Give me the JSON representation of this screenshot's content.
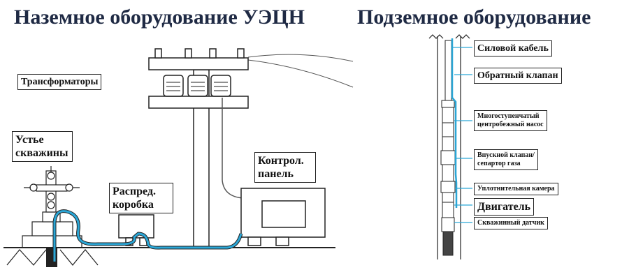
{
  "titles": {
    "surface": "Наземное оборудование УЭЦН",
    "downhole": "Подземное оборудование"
  },
  "surface_labels": {
    "transformers": "Трансформаторы",
    "wellhead_line1": "Устье",
    "wellhead_line2": "скважины",
    "junction_line1": "Распред.",
    "junction_line2": "коробка",
    "control_line1": "Контрол.",
    "control_line2": "панель"
  },
  "downhole_labels": {
    "power_cable": "Силовой кабель",
    "check_valve": "Обратный клапан",
    "pump_line1": "Многоступенчатый",
    "pump_line2": "центробежный насос",
    "intake_line1": "Впускной клапан/",
    "intake_line2": "сепартор газа",
    "seal": "Уплотнительная камера",
    "motor": "Двигатель",
    "sensor": "Скважинный датчик"
  },
  "colors": {
    "cable": "#2aa6d6",
    "line": "#222222",
    "title": "#1f2a44"
  }
}
